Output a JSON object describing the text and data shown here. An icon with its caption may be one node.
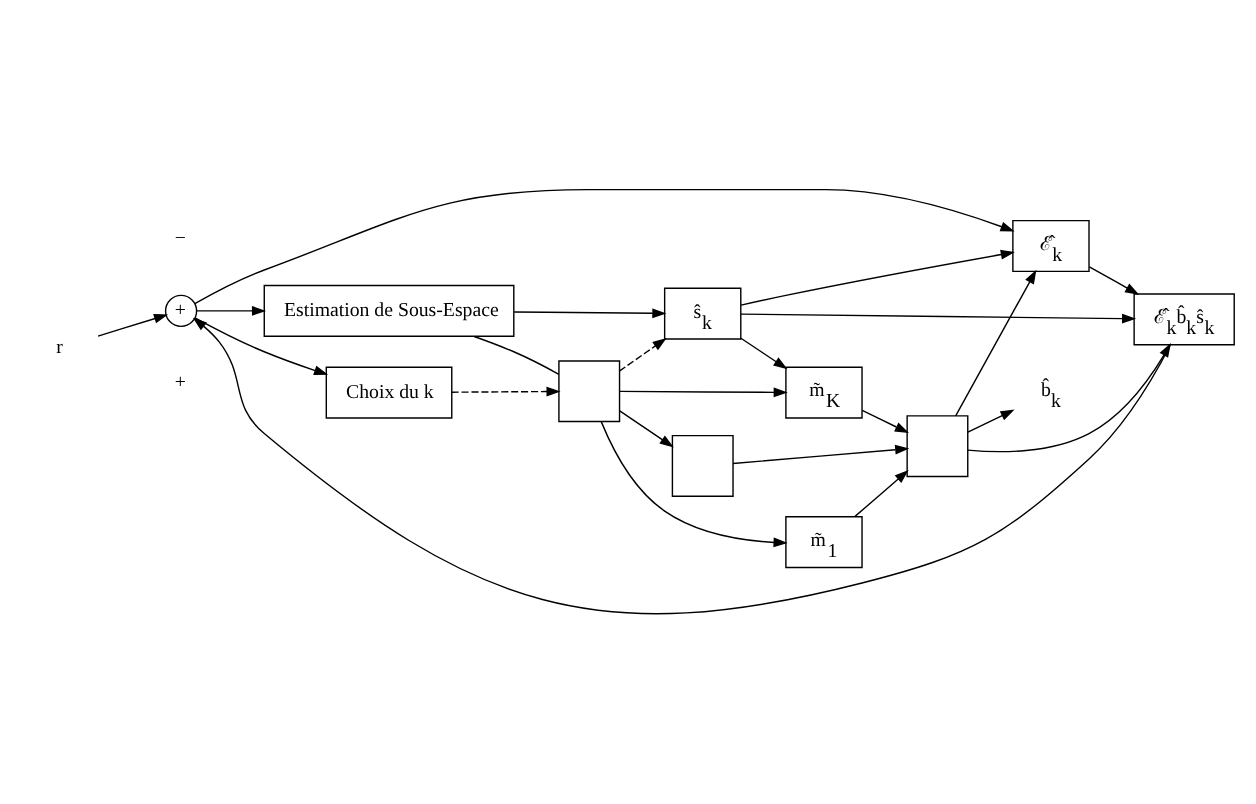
{
  "diagram": {
    "nodes": [
      {
        "text": [
          "r"
        ]
      },
      {
        "text": [
          "+"
        ]
      },
      {
        "text": [
          "Choix du k"
        ]
      },
      {
        "text": [
          "Estimation de Sous-Espace"
        ]
      },
      {
        "text": [],
        "shape": "box"
      },
      {
        "text": [
          "m̃$_{1}$"
        ]
      },
      {
        "text": [],
        "shape": "box"
      },
      {
        "text": [
          "m̃$_{K}$"
        ]
      },
      {
        "text": [],
        "shape": "box"
      },
      {
        "text": [
          "b̂$_{k}$"
        ]
      },
      {
        "text": [
          "ŝ$_{k}$"
        ]
      },
      {
        "text": [
          "ℰ̂$_{k}$"
        ]
      },
      {
        "text": [
          "ℰ̂$_{k}$b̂$_{k}$ŝ$_{k}$"
        ]
      }
    ],
    "edges": [
      {
        "from": 0,
        "to": 1,
        "arrow": "to"
      },
      {
        "from": 1,
        "to": 3,
        "arrow": "to"
      },
      {
        "from": 1,
        "to": 2,
        "arrow": "to"
      },
      {
        "from": 2,
        "to": 4,
        "arrow": "to",
        "style": "dashed"
      },
      {
        "from": 3,
        "to": 4,
        "arrow": "none"
      },
      {
        "from": 4,
        "to": 5,
        "arrow": "to"
      },
      {
        "from": 4,
        "to": 6,
        "arrow": "to"
      },
      {
        "from": 4,
        "to": 7,
        "arrow": "to"
      },
      {
        "from": 5,
        "to": 8,
        "arrow": "to"
      },
      {
        "from": 6,
        "to": 8,
        "arrow": "to"
      },
      {
        "from": 7,
        "to": 8,
        "arrow": "to"
      },
      {
        "from": 8,
        "to": 9,
        "arrow": "to"
      },
      {
        "from": 3,
        "to": 10,
        "arrow": "to"
      },
      {
        "from": 4,
        "to": 10,
        "arrow": "to",
        "style": "dashed"
      },
      {
        "from": 10,
        "to": 12,
        "arrow": "to"
      },
      {
        "from": 10,
        "to": 11,
        "arrow": "to"
      },
      {
        "from": 10,
        "to": 7,
        "arrow": "to"
      },
      {
        "from": 11,
        "to": 12,
        "arrow": "to"
      },
      {
        "from": 8,
        "to": 11,
        "arrow": "to"
      },
      {
        "from": 8,
        "to": 12,
        "arrow": "to"
      },
      {
        "from": 12,
        "to": 1,
        "arrow": "to"
      },
      {
        "from": 1,
        "to": 11,
        "arrow": "to"
      }
    ],
    "labels": [
      "+",
      "−"
    ]
  }
}
